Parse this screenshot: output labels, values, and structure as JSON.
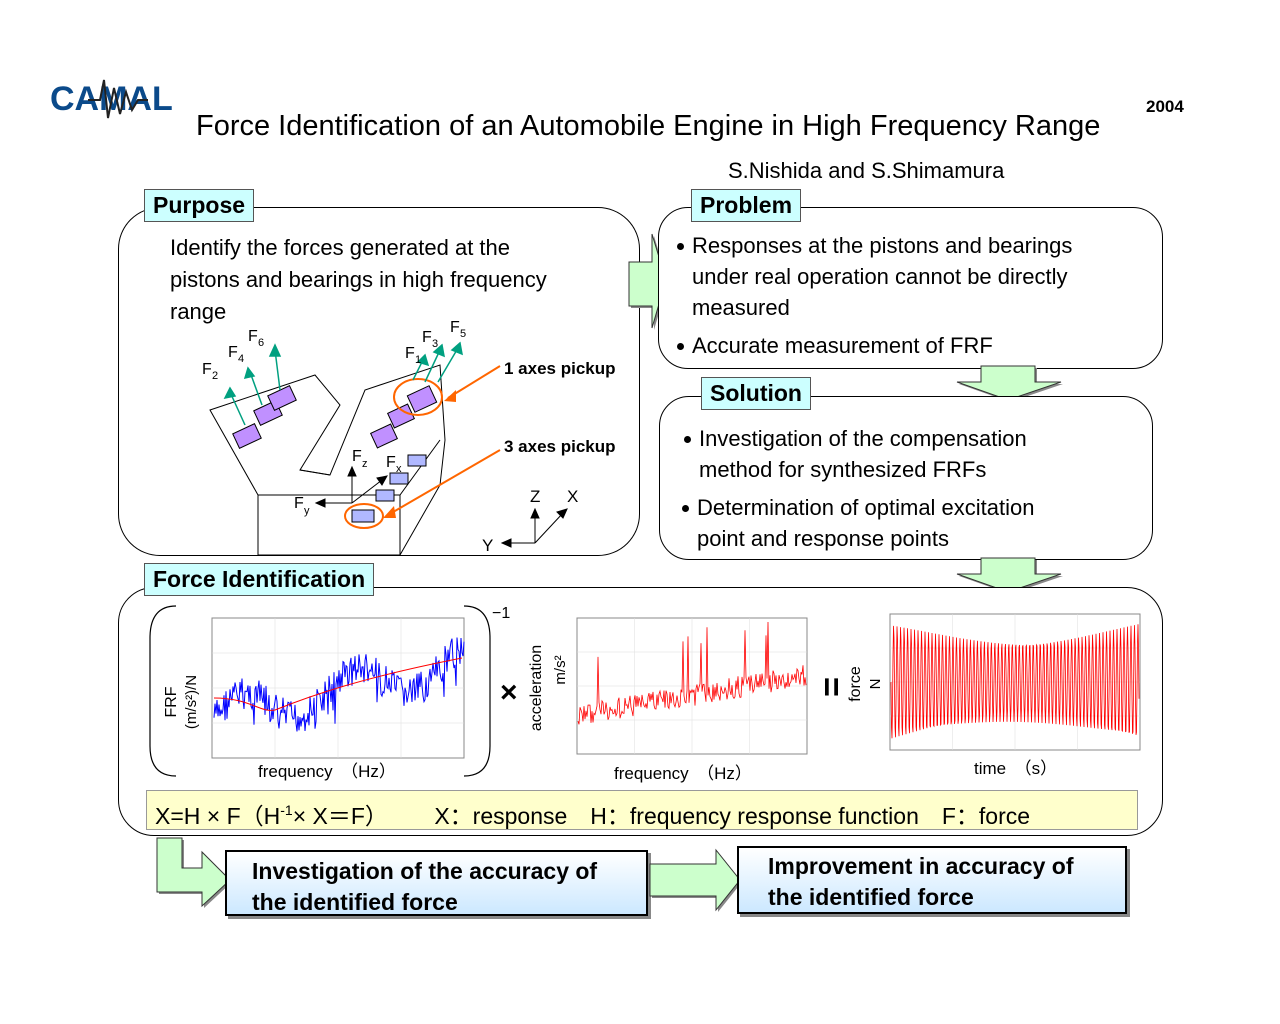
{
  "header": {
    "logo_text": "CAMAL",
    "year": "2004",
    "title": "Force Identification of an Automobile Engine in High Frequency Range",
    "authors": "S.Nishida and  S.Shimamura"
  },
  "purpose": {
    "label": "Purpose",
    "text_lines": [
      "Identify the forces generated at the",
      "pistons and bearings in high frequency",
      "range"
    ],
    "pickup_1": "1 axes pickup",
    "pickup_3": "3 axes pickup",
    "force_labels": [
      "F",
      "F",
      "F",
      "F",
      "F",
      "F"
    ],
    "force_subs": [
      "2",
      "4",
      "6",
      "1",
      "3",
      "5"
    ],
    "fz": "F",
    "fz_sub": "z",
    "fx": "F",
    "fx_sub": "x",
    "fy": "F",
    "fy_sub": "y",
    "axis_z": "Z",
    "axis_x": "X",
    "axis_y": "Y"
  },
  "problem": {
    "label": "Problem",
    "items": [
      [
        "Responses at the pistons and bearings",
        "under real operation cannot be directly",
        "measured"
      ],
      [
        "Accurate measurement of FRF"
      ]
    ]
  },
  "solution": {
    "label": "Solution",
    "items": [
      [
        "Investigation of the compensation",
        "method for synthesized FRFs"
      ],
      [
        "Determination of optimal excitation",
        "point and response points"
      ]
    ]
  },
  "force_identification": {
    "label": "Force Identification",
    "frf_plot": {
      "ylabel_1": "FRF",
      "ylabel_2": "(m/s²)/N",
      "xlabel": "frequency　（Hz）",
      "exponent": "−1"
    },
    "times_symbol": "×",
    "equals_symbol": "=",
    "acc_plot": {
      "ylabel_1": "acceleration",
      "ylabel_2": "m/s²",
      "xlabel": "frequency　（Hz）"
    },
    "force_plot": {
      "ylabel_1": "force",
      "ylabel_2": "N",
      "xlabel": "time　（s）"
    },
    "formula_main": "X=H × F（H",
    "formula_sup": "-1",
    "formula_rest": " × X＝F）",
    "formula_legend": "X：response　H：frequency response function　F：force"
  },
  "bottom": {
    "box1_lines": [
      "Investigation of the accuracy of",
      "the identified force"
    ],
    "box2_lines": [
      "Improvement in accuracy of",
      "the identified force"
    ]
  },
  "colors": {
    "tag_bg": "#ccffff",
    "arrow_green": "#ccffcc",
    "frf_line": "#0000ff",
    "frf_fit": "#ff0000",
    "acc_line": "#ff0000",
    "force_line": "#ff0000",
    "leader_orange": "#ff6600",
    "teal_arrow": "#00a080",
    "component_purple": "#c090ff"
  }
}
